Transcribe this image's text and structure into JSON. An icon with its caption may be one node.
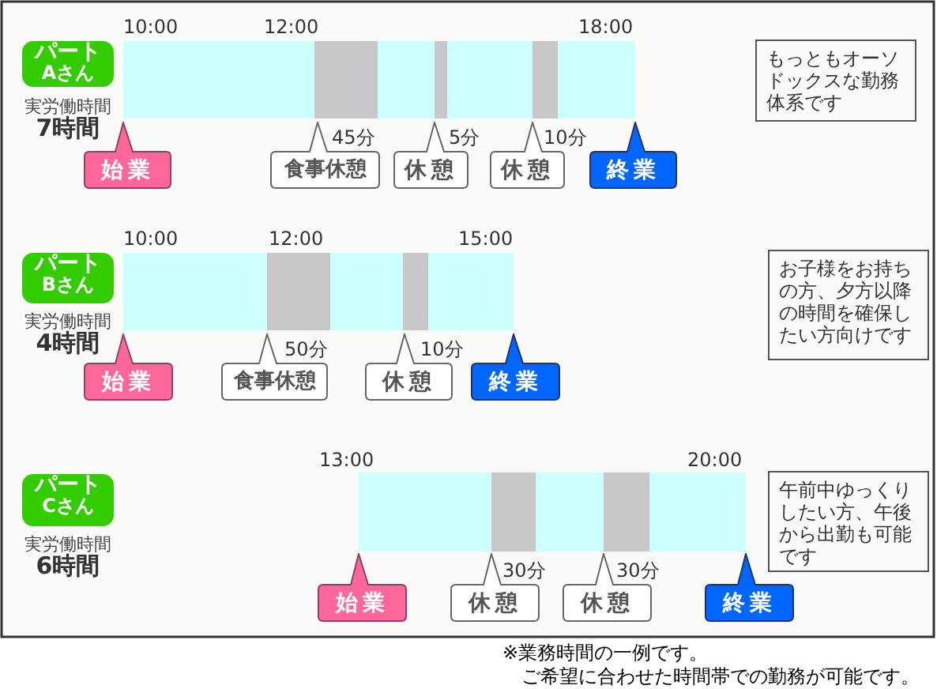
{
  "diagram": {
    "nodes": [
      {
        "text": [
          "パート",
          "Aさん"
        ],
        "beside": [
          "実労働時間",
          "7時間"
        ]
      },
      {
        "text": [
          "もっともオーソドックスな勤務体系です"
        ]
      },
      {
        "text": [
          "始業"
        ]
      },
      {
        "text": [
          "食事休憩"
        ]
      },
      {
        "text": [
          "休憩"
        ]
      },
      {
        "text": [
          "休憩"
        ]
      },
      {
        "text": [
          "終業"
        ]
      },
      {
        "text": [
          "パート",
          "Bさん"
        ],
        "beside": [
          "実労働時間",
          "4時間"
        ]
      },
      {
        "text": [
          "お子様をお持ちの方、夕方以降の時間を確保したい方向けです"
        ]
      },
      {
        "text": [
          "始業"
        ]
      },
      {
        "text": [
          "食事休憩"
        ]
      },
      {
        "text": [
          "休憩"
        ]
      },
      {
        "text": [
          "終業"
        ]
      },
      {
        "text": [
          "パート",
          "Cさん"
        ],
        "beside": [
          "実労働時間",
          "6時間"
        ]
      },
      {
        "text": [
          "午前中ゆっくりしたい方、午後から出勤も可能です"
        ]
      },
      {
        "text": [
          "始業"
        ]
      },
      {
        "text": [
          "休憩"
        ]
      },
      {
        "text": [
          "休憩"
        ]
      },
      {
        "text": [
          "終業"
        ]
      }
    ],
    "labels": [
      "10:00",
      "12:00",
      "18:00",
      "45分",
      "5分",
      "10分",
      "10:00",
      "12:00",
      "15:00",
      "50分",
      "10分",
      "13:00",
      "20:00",
      "30分",
      "30分",
      "※業務時間の一例です。",
      "ご希望に合わせた時間帯での勤務が可能です。"
    ]
  }
}
